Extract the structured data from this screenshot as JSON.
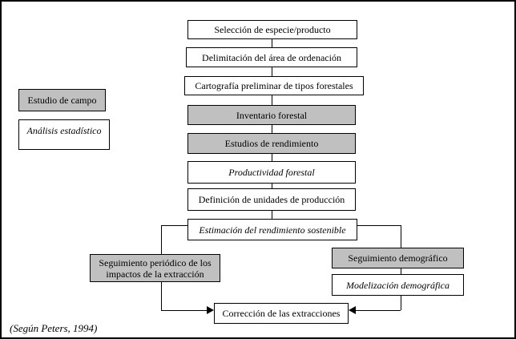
{
  "diagram": {
    "caption": "(Según Peters, 1994)",
    "legend": {
      "field_study": "Estudio de campo",
      "statistical_analysis": "Análisis estadístico"
    },
    "flow": {
      "step1": "Selección de especie/producto",
      "step2": "Delimitación del área de ordenación",
      "step3": "Cartografía preliminar de tipos forestales",
      "step4": "Inventario forestal",
      "step5": "Estudios de rendimiento",
      "step6": "Productividad forestal",
      "step7": "Definición de unidades de producción",
      "step8": "Estimación del rendimiento sostenible"
    },
    "branches": {
      "left": "Seguimiento periódico de los impactos de la extracción",
      "right_top": "Seguimiento demográfico",
      "right_bottom": "Modelización demográfica",
      "merge": "Corrección de las extracciones"
    },
    "colors": {
      "highlight_fill": "#c0c0c0",
      "node_fill": "#ffffff",
      "line": "#000000"
    }
  }
}
